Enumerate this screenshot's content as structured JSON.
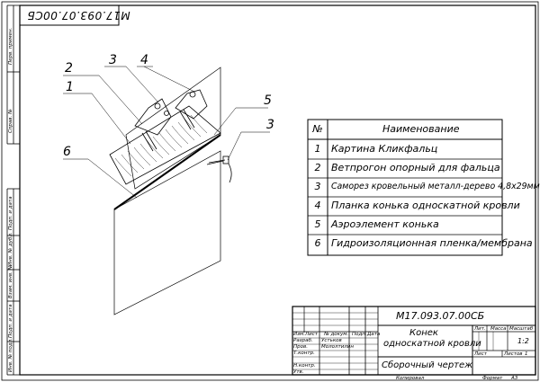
{
  "drawing": {
    "top_code": "М17.093.07.00СБ",
    "callouts": [
      {
        "id": "c2",
        "label": "2"
      },
      {
        "id": "c3a",
        "label": "3"
      },
      {
        "id": "c4",
        "label": "4"
      },
      {
        "id": "c1",
        "label": "1"
      },
      {
        "id": "c5",
        "label": "5"
      },
      {
        "id": "c3b",
        "label": "3"
      },
      {
        "id": "c6",
        "label": "6"
      }
    ]
  },
  "left_margin": {
    "labels": [
      "Перв. примен.",
      "Справ. №",
      "Подп. и дата",
      "Инв. № дубл.",
      "Взам. инв. №",
      "Подп. и дата",
      "Инв. № подл."
    ]
  },
  "spec_table": {
    "header": {
      "num": "№",
      "name": "Наименование"
    },
    "rows": [
      {
        "num": "1",
        "name": "Картина Кликфальц"
      },
      {
        "num": "2",
        "name": "Ветпрогон опорный для фальца"
      },
      {
        "num": "3",
        "name": "Саморез кровельный металл-дерево 4,8х29мм"
      },
      {
        "num": "4",
        "name": "Планка конька односкатной кровли"
      },
      {
        "num": "5",
        "name": "Аэроэлемент конька"
      },
      {
        "num": "6",
        "name": "Гидроизоляционная пленка/мембрана"
      }
    ]
  },
  "title_block": {
    "designation": "М17.093.07.00СБ",
    "title_line1": "Конек",
    "title_line2": "односкатной кровли",
    "doc_type": "Сборочный чертеж",
    "col_headers": [
      "Изм.",
      "Лист",
      "№ докум.",
      "Подп.",
      "Дата"
    ],
    "roles": [
      {
        "role": "Разраб.",
        "name": "Устьков"
      },
      {
        "role": "Пров.",
        "name": "Мололтилин"
      },
      {
        "role": "Т.контр.",
        "name": ""
      },
      {
        "role": "Н.контр.",
        "name": ""
      },
      {
        "role": "Утв.",
        "name": ""
      }
    ],
    "lit_label": "Лит.",
    "mass_label": "Масса",
    "scale_label": "Масштаб",
    "scale_value": "1:2",
    "sheet_label": "Лист",
    "sheets_label": "Листов",
    "sheets_value": "1",
    "copied_label": "Копировал",
    "format_label": "Формат",
    "format_value": "А3"
  }
}
